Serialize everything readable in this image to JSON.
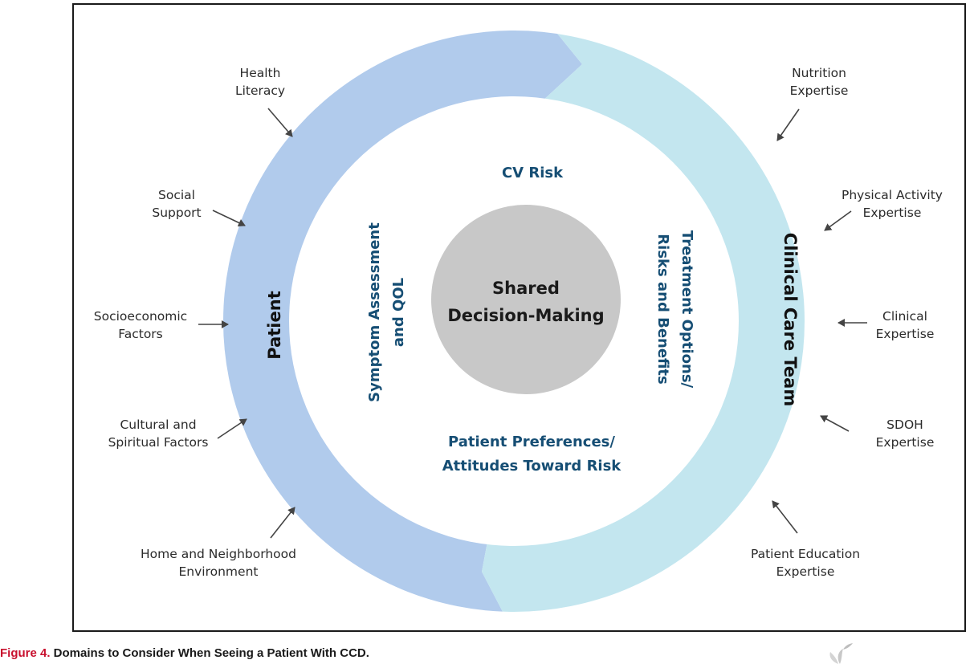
{
  "colors": {
    "patient_ring": "#b1cbec",
    "care_ring": "#c3e6ef",
    "center_circle": "#c8c8c8",
    "inner_text": "#164e74",
    "caption_label": "#c8102e"
  },
  "center": {
    "line1": "Shared",
    "line2": "Decision-Making"
  },
  "ring": {
    "left_label": "Patient",
    "right_label": "Clinical Care Team"
  },
  "inner": {
    "top": "CV Risk",
    "left_line1": "Symptom Assessment",
    "left_line2": "and QOL",
    "right_line1": "Treatment Options/",
    "right_line2": "Risks and Benefits",
    "bottom_line1": "Patient Preferences/",
    "bottom_line2": "Attitudes Toward Risk"
  },
  "left_factors": [
    {
      "line1": "Health",
      "line2": "Literacy"
    },
    {
      "line1": "Social",
      "line2": "Support"
    },
    {
      "line1": "Socioeconomic",
      "line2": "Factors"
    },
    {
      "line1": "Cultural and",
      "line2": "Spiritual Factors"
    },
    {
      "line1": "Home and Neighborhood",
      "line2": "Environment"
    }
  ],
  "right_factors": [
    {
      "line1": "Nutrition",
      "line2": "Expertise"
    },
    {
      "line1": "Physical Activity",
      "line2": "Expertise"
    },
    {
      "line1": "Clinical",
      "line2": "Expertise"
    },
    {
      "line1": "SDOH",
      "line2": "Expertise"
    },
    {
      "line1": "Patient Education",
      "line2": "Expertise"
    }
  ],
  "caption": {
    "label": "Figure 4.",
    "text": " Domains to Consider When Seeing a Patient With CCD."
  },
  "logo_icon": "leaf-logo-icon"
}
